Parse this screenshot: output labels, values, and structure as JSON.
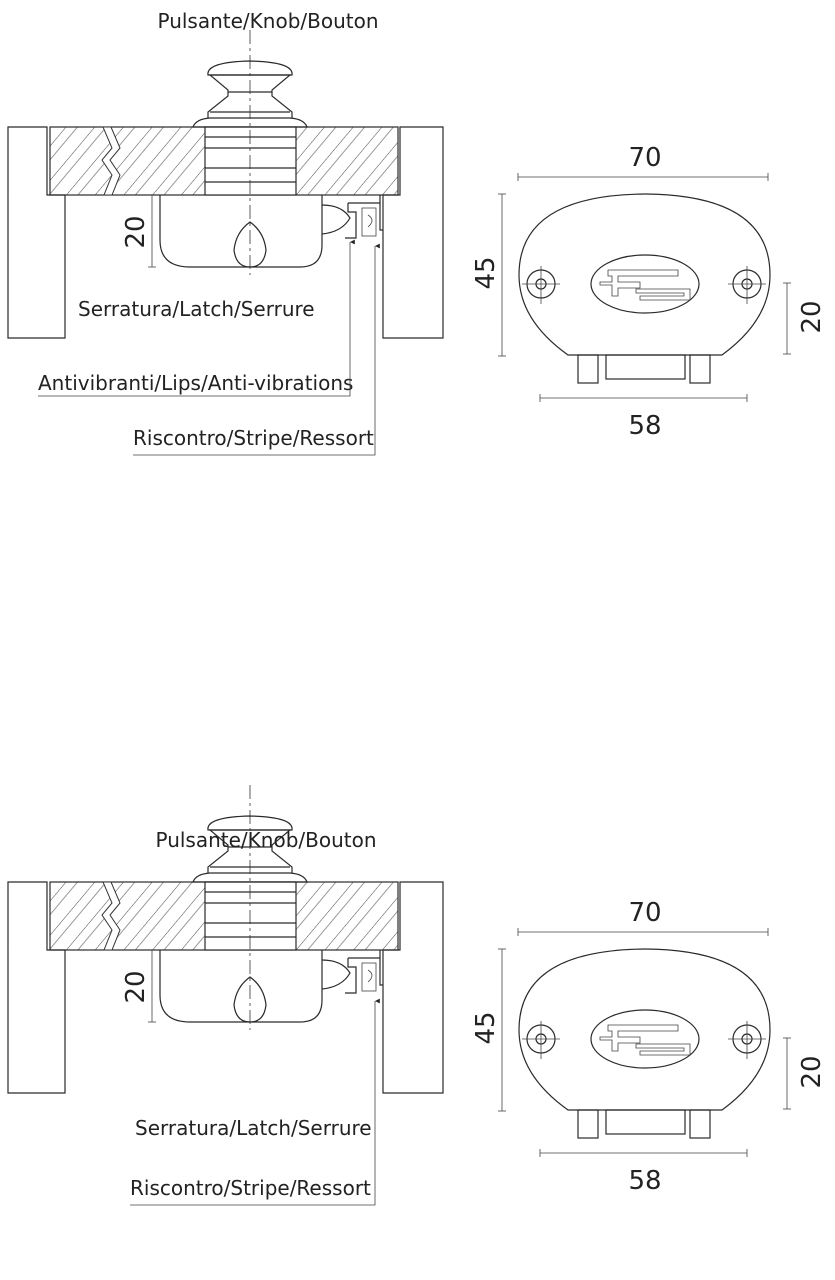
{
  "diagram_1": {
    "knob_label": "Pulsante/Knob/Bouton",
    "latch_label": "Serratura/Latch/Serrure",
    "lips_label": "Antivibranti/Lips/Anti-vibrations",
    "stripe_label": "Riscontro/Stripe/Ressort",
    "latch_depth": "20",
    "plate_width": "70",
    "plate_height": "45",
    "hole_offset": "20",
    "base_width": "58",
    "logo_text": "FS"
  },
  "diagram_2": {
    "knob_label": "Pulsante/Knob/Bouton",
    "latch_label": "Serratura/Latch/Serrure",
    "stripe_label": "Riscontro/Stripe/Ressort",
    "latch_depth": "20",
    "plate_width": "70",
    "plate_height": "45",
    "hole_offset": "20",
    "base_width": "58",
    "logo_text": "FS"
  }
}
